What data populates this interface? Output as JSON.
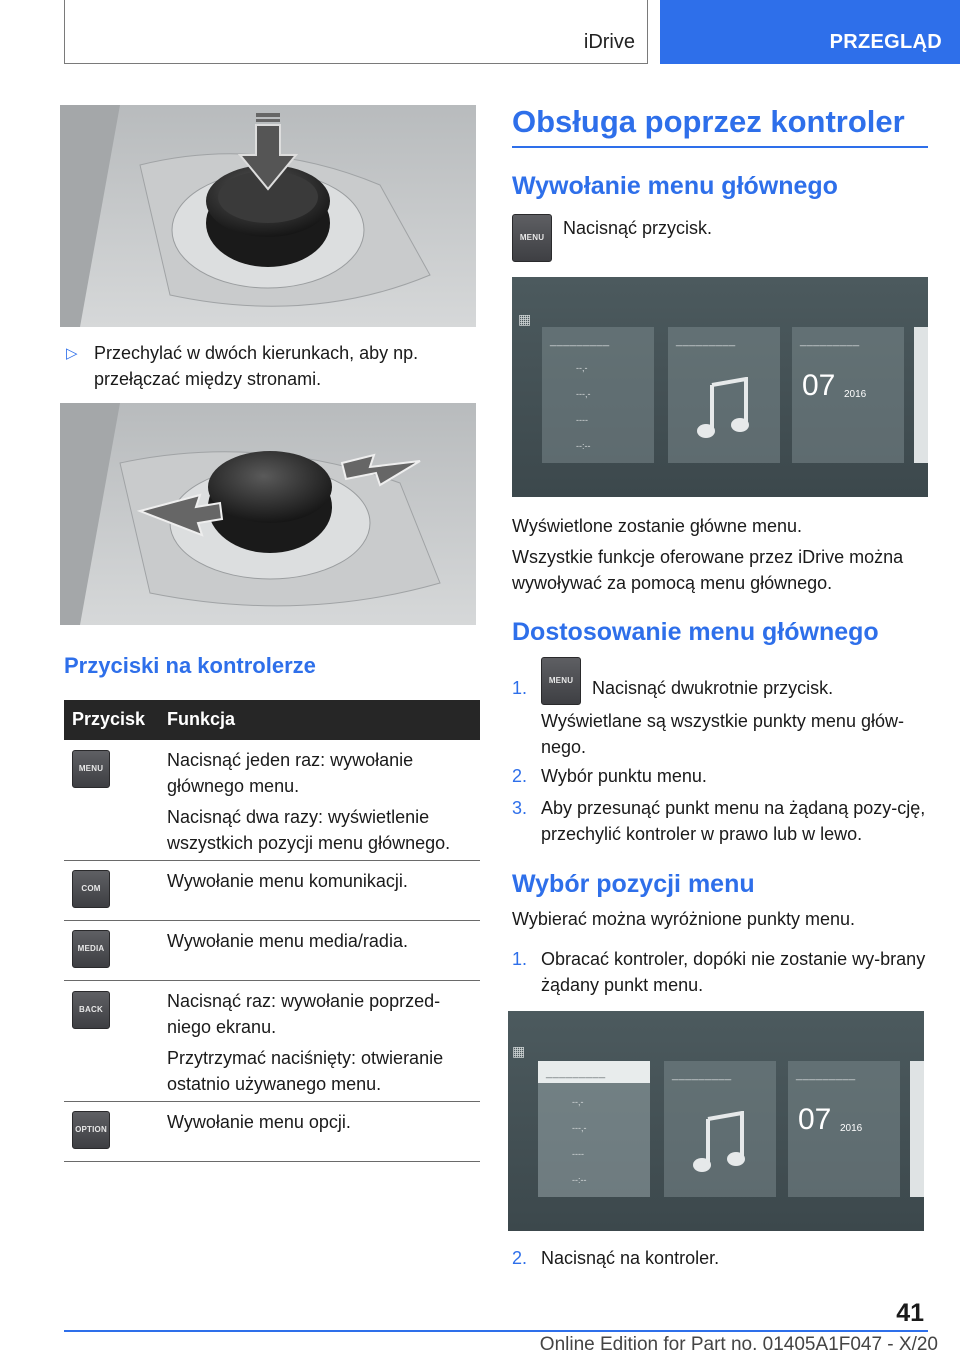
{
  "header": {
    "title": "iDrive",
    "section": "PRZEGLĄD"
  },
  "left": {
    "tilt_text": "Przechylać w dwóch kierunkach, aby np. przełączać między stronami.",
    "buttons_heading": "Przyciski na kontrolerze",
    "table": {
      "headers": [
        "Przycisk",
        "Funkcja"
      ],
      "rows": [
        {
          "button": "MENU",
          "lines": [
            "Nacisnąć jeden raz: wywołanie głównego menu.",
            "Nacisnąć dwa razy: wyświetlenie wszystkich pozycji menu głównego."
          ]
        },
        {
          "button": "COM",
          "lines": [
            "Wywołanie menu komunikacji."
          ]
        },
        {
          "button": "MEDIA",
          "lines": [
            "Wywołanie menu media/radia."
          ]
        },
        {
          "button": "BACK",
          "lines": [
            "Nacisnąć raz: wywołanie poprzed-niego ekranu.",
            "Przytrzymać naciśnięty: otwieranie ostatnio używanego menu."
          ]
        },
        {
          "button": "OPTION",
          "lines": [
            "Wywołanie menu opcji."
          ]
        }
      ]
    }
  },
  "right": {
    "title": "Obsługa poprzez kontroler",
    "call_menu": {
      "heading": "Wywołanie menu głównego",
      "button": "MENU",
      "press_text": "Nacisnąć przycisk.",
      "after1": "Wyświetlone zostanie główne menu.",
      "after2": "Wszystkie funkcje oferowane przez iDrive można wywoływać za pomocą menu głównego."
    },
    "customize": {
      "heading": "Dostosowanie menu głównego",
      "steps": [
        {
          "num": "1.",
          "button": "MENU",
          "text": "Nacisnąć dwukrotnie przycisk.",
          "sub": "Wyświetlane są wszystkie punkty menu głów-nego."
        },
        {
          "num": "2.",
          "text": "Wybór punktu menu."
        },
        {
          "num": "3.",
          "text": "Aby przesunąć punkt menu na żądaną pozy-cję, przechylić kontroler w prawo lub w lewo."
        }
      ]
    },
    "select": {
      "heading": "Wybór pozycji menu",
      "intro": "Wybierać można wyróżnione punkty menu.",
      "steps": [
        {
          "num": "1.",
          "text": "Obracać kontroler, dopóki nie zostanie wy-brany żądany punkt menu."
        },
        {
          "num": "2.",
          "text": "Nacisnąć na kontroler."
        }
      ]
    },
    "screen": {
      "tile_placeholder": "_________",
      "value_a": "--,-",
      "value_b": "---,-",
      "value_c": "----",
      "value_d": "--:--",
      "date_day": "07",
      "date_year": "2016"
    }
  },
  "footer": {
    "page": "41",
    "edition": "Online Edition for Part no. 01405A1F047 - X/20"
  }
}
